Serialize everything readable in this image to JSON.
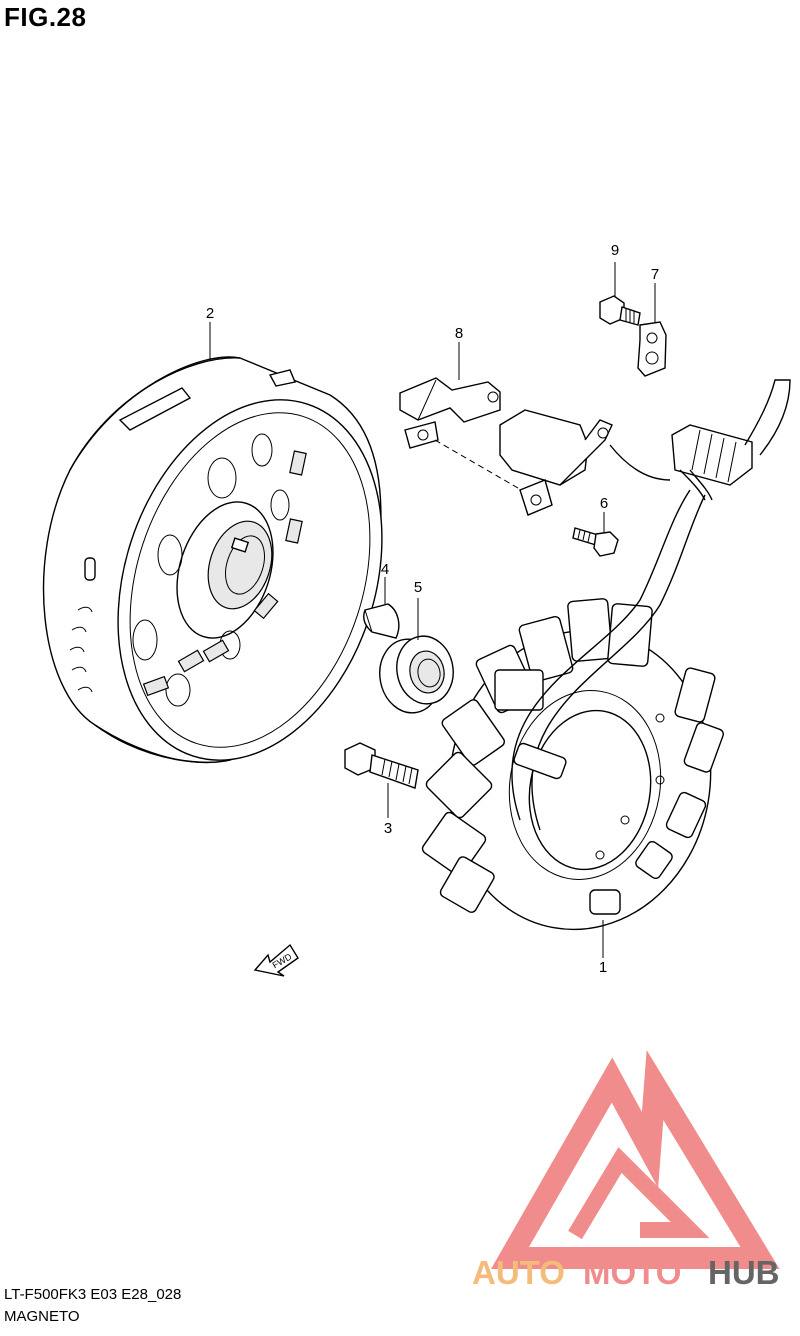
{
  "figure": {
    "title": "FIG.28",
    "model_code": "LT-F500FK3 E03 E28_028",
    "section_name": "MAGNETO"
  },
  "callouts": [
    {
      "id": "1",
      "label": "1"
    },
    {
      "id": "2",
      "label": "2"
    },
    {
      "id": "3",
      "label": "3"
    },
    {
      "id": "4",
      "label": "4"
    },
    {
      "id": "5",
      "label": "5"
    },
    {
      "id": "6",
      "label": "6"
    },
    {
      "id": "7",
      "label": "7"
    },
    {
      "id": "8",
      "label": "8"
    },
    {
      "id": "9",
      "label": "9"
    }
  ],
  "direction_marker": {
    "label": "FWD",
    "icon": "forward-arrow-icon"
  },
  "watermark": {
    "word_1": "AUTO",
    "word_2": "MOTO",
    "word_3": "HUB",
    "color_primary": "#f08080",
    "color_secondary": "#f4b46c",
    "color_tertiary": "#555555"
  }
}
